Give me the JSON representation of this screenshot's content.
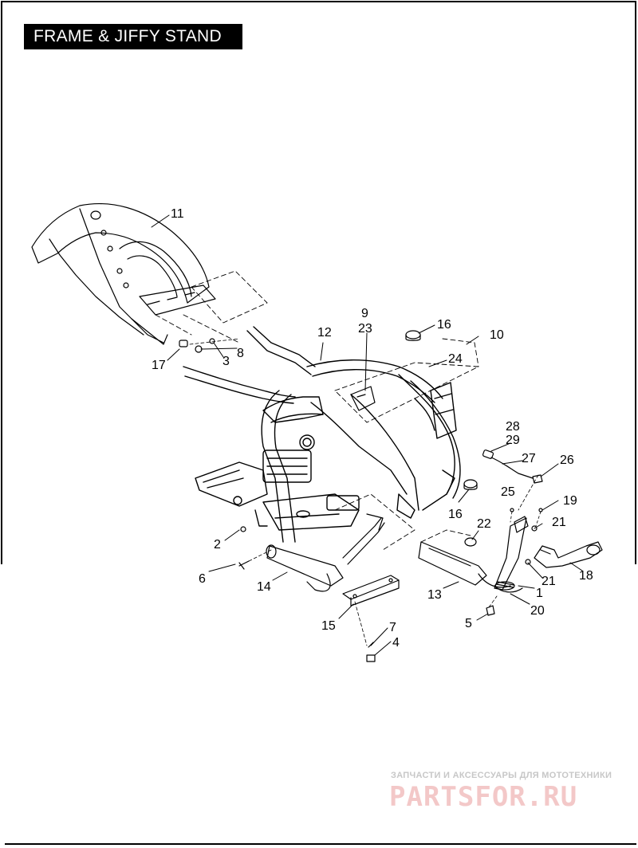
{
  "title": "FRAME & JIFFY STAND",
  "callouts": [
    {
      "id": "c11",
      "text": "11"
    },
    {
      "id": "c9",
      "text": "9"
    },
    {
      "id": "c23",
      "text": "23"
    },
    {
      "id": "c16a",
      "text": "16"
    },
    {
      "id": "c10",
      "text": "10"
    },
    {
      "id": "c12",
      "text": "12"
    },
    {
      "id": "c24",
      "text": "24"
    },
    {
      "id": "c17",
      "text": "17"
    },
    {
      "id": "c3",
      "text": "3"
    },
    {
      "id": "c8",
      "text": "8"
    },
    {
      "id": "c28",
      "text": "28"
    },
    {
      "id": "c29",
      "text": "29"
    },
    {
      "id": "c27",
      "text": "27"
    },
    {
      "id": "c26",
      "text": "26"
    },
    {
      "id": "c16b",
      "text": "16"
    },
    {
      "id": "c25",
      "text": "25"
    },
    {
      "id": "c19",
      "text": "19"
    },
    {
      "id": "c22",
      "text": "22"
    },
    {
      "id": "c21a",
      "text": "21"
    },
    {
      "id": "c2",
      "text": "2"
    },
    {
      "id": "c6",
      "text": "6"
    },
    {
      "id": "c14",
      "text": "14"
    },
    {
      "id": "c13",
      "text": "13"
    },
    {
      "id": "c21b",
      "text": "21"
    },
    {
      "id": "c18",
      "text": "18"
    },
    {
      "id": "c1",
      "text": "1"
    },
    {
      "id": "c20",
      "text": "20"
    },
    {
      "id": "c5",
      "text": "5"
    },
    {
      "id": "c15",
      "text": "15"
    },
    {
      "id": "c7",
      "text": "7"
    },
    {
      "id": "c4",
      "text": "4"
    }
  ],
  "watermark": {
    "tagline": "ЗАПЧАСТИ И АКСЕССУАРЫ ДЛЯ МОТОТЕХНИКИ",
    "logo": "PARTSFOR.RU"
  }
}
